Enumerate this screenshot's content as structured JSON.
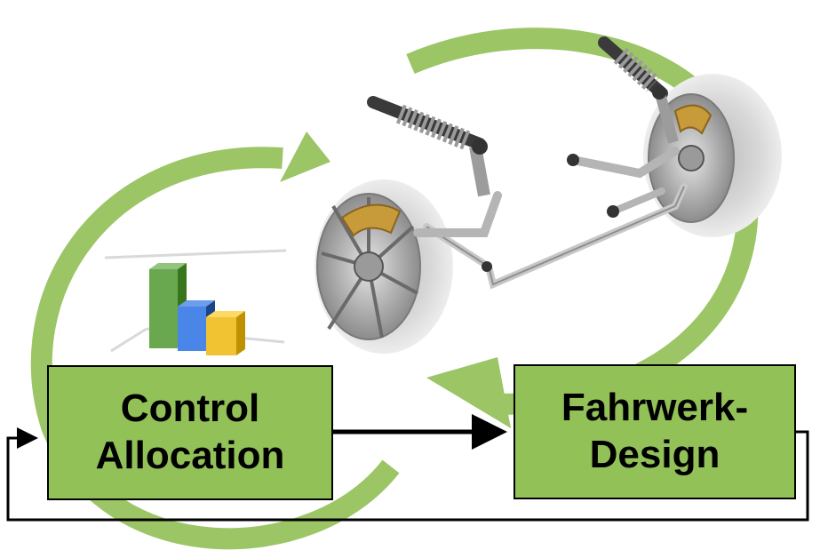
{
  "control_box": {
    "line1": "Control",
    "line2": "Allocation"
  },
  "design_box": {
    "line1": "Fahrwerk-",
    "line2": "Design"
  },
  "colors": {
    "box_fill": "#92c158",
    "cycle_arrow": "#9cc566",
    "bar_green": "#6aa84f",
    "bar_blue": "#4a86e8",
    "bar_yellow": "#f1c232"
  }
}
